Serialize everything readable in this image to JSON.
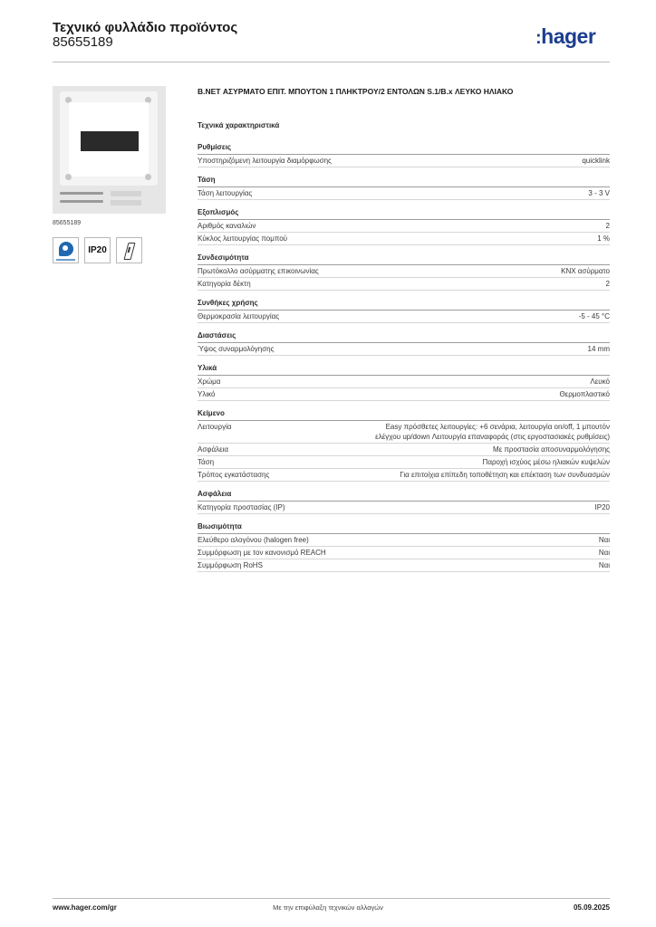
{
  "header": {
    "title": "Τεχνικό φυλλάδιο προϊόντος",
    "code": "85655189",
    "logo_dot": ":",
    "logo_text": "hager",
    "brand_color": "#1c3d8f"
  },
  "product": {
    "image_code": "85655189",
    "title": "B.NET ΑΣΥΡΜΑΤΟ ΕΠΙΤ. ΜΠΟΥΤΟΝ 1 ΠΛΗΚΤΡΟΥ/2 ΕΝΤΟΛΩΝ S.1/B.x ΛΕΥΚΟ ΗΛΙΑΚΟ",
    "badges": [
      {
        "icon": "quicklink-icon"
      },
      {
        "icon": "ip20-icon",
        "label": "IP20"
      },
      {
        "icon": "installation-tool-icon"
      }
    ]
  },
  "specs": {
    "heading": "Τεχνικά χαρακτηριστικά",
    "sections": [
      {
        "title": "Ρυθμίσεις",
        "rows": [
          {
            "label": "Υποστηριζόμενη λειτουργία διαμόρφωσης",
            "value": "quicklink"
          }
        ]
      },
      {
        "title": "Τάση",
        "rows": [
          {
            "label": "Τάση λειτουργίας",
            "value": "3 - 3 V"
          }
        ]
      },
      {
        "title": "Εξοπλισμός",
        "rows": [
          {
            "label": "Αριθμός καναλιών",
            "value": "2"
          },
          {
            "label": "Κύκλος λειτουργίας πομπού",
            "value": "1 %"
          }
        ]
      },
      {
        "title": "Συνδεσιμότητα",
        "rows": [
          {
            "label": "Πρωτόκολλο ασύρματης επικοινωνίας",
            "value": "KNX ασύρματο"
          },
          {
            "label": "Κατηγορία δέκτη",
            "value": "2"
          }
        ]
      },
      {
        "title": "Συνθήκες χρήσης",
        "rows": [
          {
            "label": "Θερμοκρασία λειτουργίας",
            "value": "-5 - 45 °C"
          }
        ]
      },
      {
        "title": "Διαστάσεις",
        "rows": [
          {
            "label": "Ύψος συναρμολόγησης",
            "value": "14 mm"
          }
        ]
      },
      {
        "title": "Υλικά",
        "rows": [
          {
            "label": "Χρώμα",
            "value": "Λευκό"
          },
          {
            "label": "Υλικό",
            "value": "Θερμοπλαστικό"
          }
        ]
      },
      {
        "title": "Κείμενο",
        "rows": [
          {
            "label": "Λειτουργία",
            "value": "Easy πρόσθετες λειτουργίες: +6 σενάρια, λειτουργία on/off, 1 μπουτόν ελέγχου up/down Λειτουργία επαναφοράς (στις εργοστασιακές ρυθμίσεις)"
          },
          {
            "label": "Ασφάλεια",
            "value": "Με προστασία αποσυναρμολόγησης"
          },
          {
            "label": "Τάση",
            "value": "Παροχή ισχύος μέσω ηλιακών κυψελών"
          },
          {
            "label": "Τρόπος εγκατάστασης",
            "value": "Για επιτοίχια επίπεδη τοποθέτηση και επέκταση των συνδυασμών"
          }
        ]
      },
      {
        "title": "Ασφάλεια",
        "rows": [
          {
            "label": "Κατηγορία προστασίας (IP)",
            "value": "IP20"
          }
        ]
      },
      {
        "title": "Βιωσιμότητα",
        "rows": [
          {
            "label": "Ελεύθερο αλογόνου (halogen free)",
            "value": "Ναι"
          },
          {
            "label": "Συμμόρφωση με τον κανονισμό REACH",
            "value": "Ναι"
          },
          {
            "label": "Συμμόρφωση RoHS",
            "value": "Ναι"
          }
        ]
      }
    ]
  },
  "footer": {
    "website": "www.hager.com/gr",
    "note": "Με την επιφύλαξη τεχνικών αλλαγών",
    "date": "05.09.2025"
  }
}
